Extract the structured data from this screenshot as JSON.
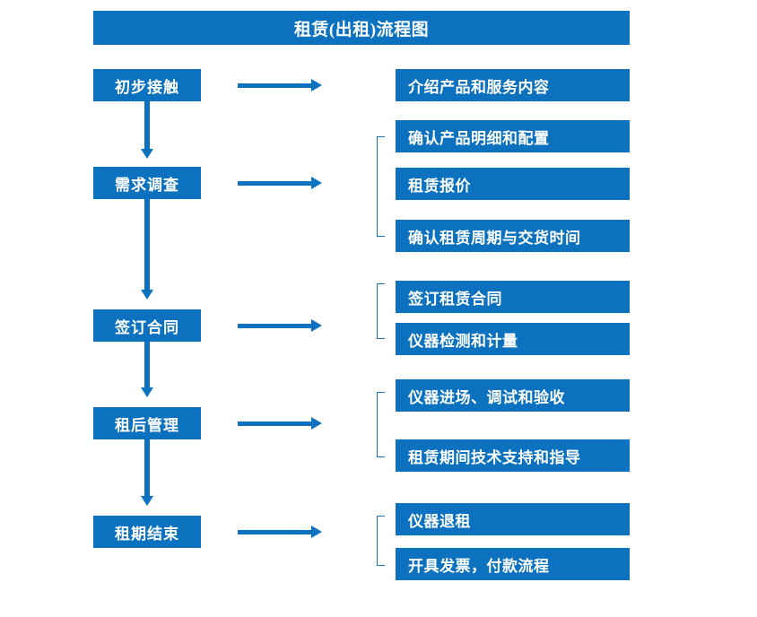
{
  "title": "租赁(出租)流程图",
  "colors": {
    "blue": "#0c72bf",
    "bracket": "#1f6fb5",
    "text": "#ffffff",
    "background": "#ffffff"
  },
  "stages": [
    {
      "label": "初步接触",
      "arrow": "right-arrow"
    },
    {
      "label": "需求调查",
      "arrow": "right-arrow"
    },
    {
      "label": "签订合同",
      "arrow": "right-arrow"
    },
    {
      "label": "租后管理",
      "arrow": "right-arrow"
    },
    {
      "label": "租期结束",
      "arrow": "right-arrow"
    }
  ],
  "connectors": [
    {
      "name": "down-arrow-1",
      "from": "初步接触",
      "to": "需求调查"
    },
    {
      "name": "down-arrow-2",
      "from": "需求调查",
      "to": "签订合同"
    },
    {
      "name": "down-arrow-3",
      "from": "签订合同",
      "to": "租后管理"
    },
    {
      "name": "down-arrow-4",
      "from": "租后管理",
      "to": "租期结束"
    }
  ],
  "details": [
    {
      "label": "介绍产品和服务内容",
      "group": 1
    },
    {
      "label": "确认产品明细和配置",
      "group": 2
    },
    {
      "label": "租赁报价",
      "group": 2
    },
    {
      "label": "确认租赁周期与交货时间",
      "group": 2
    },
    {
      "label": "签订租赁合同",
      "group": 3
    },
    {
      "label": "仪器检测和计量",
      "group": 3
    },
    {
      "label": "仪器进场、调试和验收",
      "group": 4
    },
    {
      "label": "租赁期间技术支持和指导",
      "group": 4
    },
    {
      "label": "仪器退租",
      "group": 5
    },
    {
      "label": "开具发票，付款流程",
      "group": 5
    }
  ],
  "brackets": [
    {
      "name": "group-bracket-needs",
      "groups": [
        "确认产品明细和配置",
        "租赁报价",
        "确认租赁周期与交货时间"
      ]
    },
    {
      "name": "group-bracket-contract",
      "groups": [
        "签订租赁合同",
        "仪器检测和计量"
      ]
    },
    {
      "name": "group-bracket-management",
      "groups": [
        "仪器进场、调试和验收",
        "租赁期间技术支持和指导"
      ]
    },
    {
      "name": "group-bracket-end",
      "groups": [
        "仪器退租",
        "开具发票，付款流程"
      ]
    }
  ]
}
